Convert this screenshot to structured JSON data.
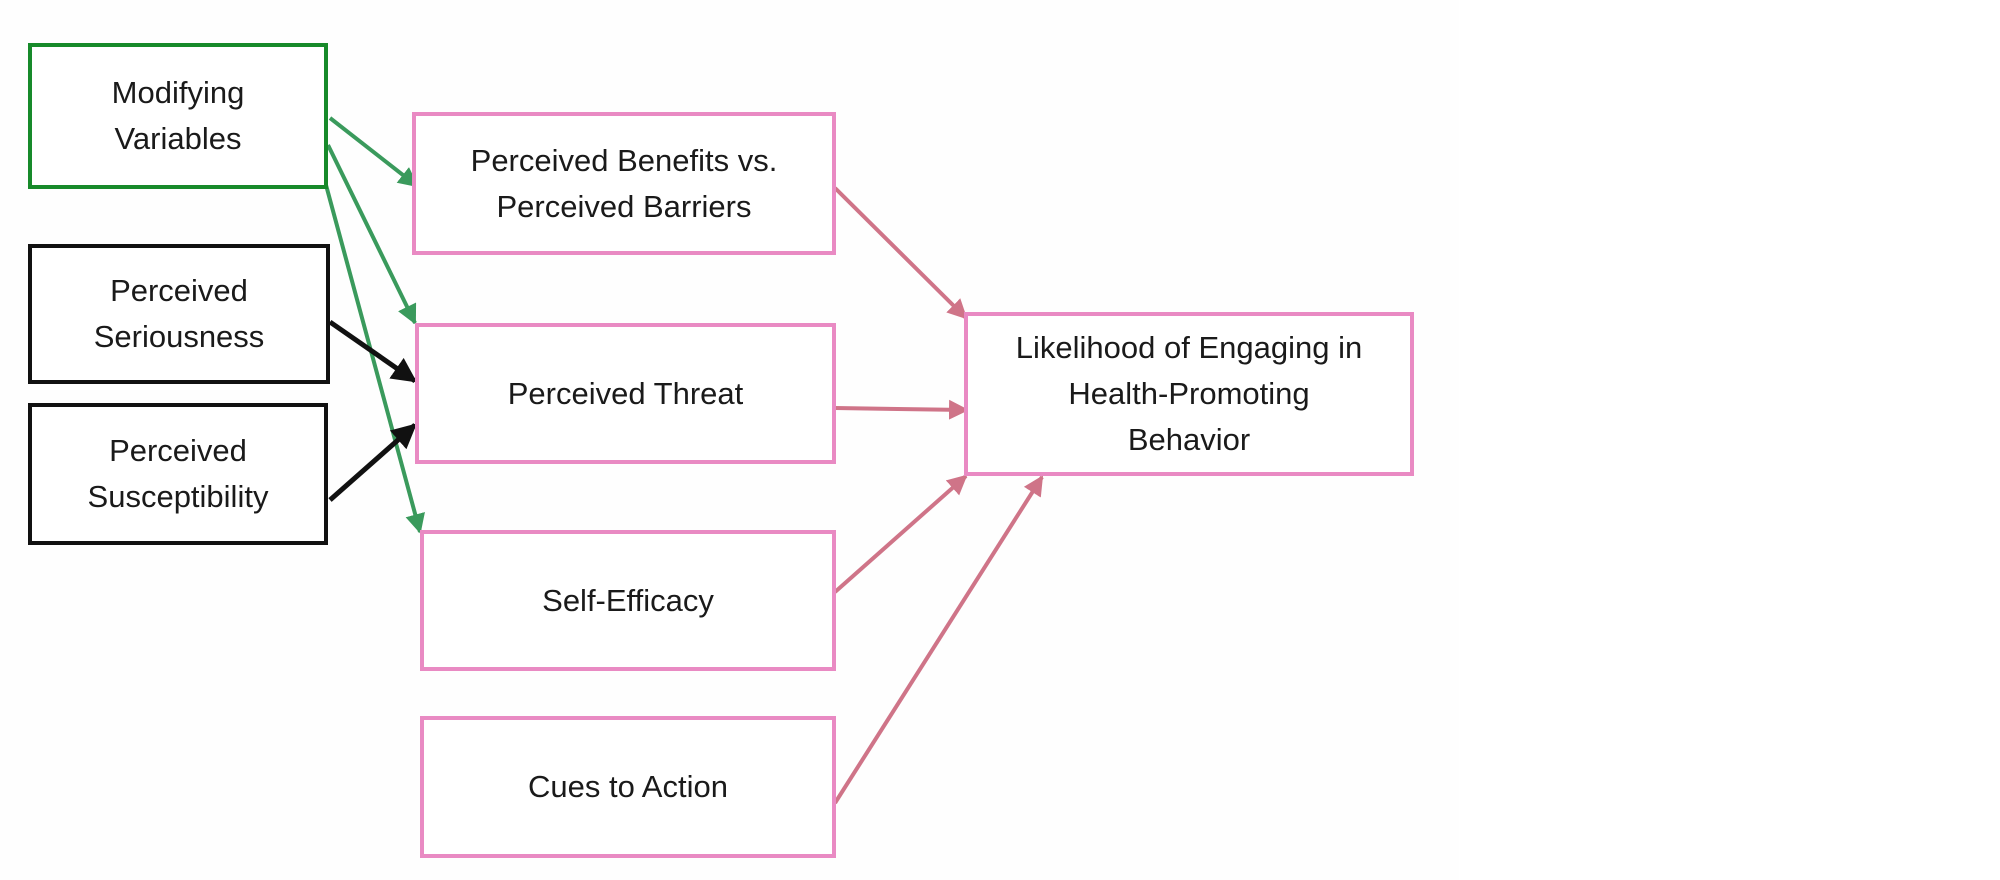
{
  "diagram": {
    "nodes": {
      "modifying_variables": "Modifying\nVariables",
      "perceived_seriousness": "Perceived\nSeriousness",
      "perceived_susceptibility": "Perceived\nSusceptibility",
      "perceived_benefits_barriers": "Perceived Benefits vs.\nPerceived Barriers",
      "perceived_threat": "Perceived Threat",
      "self_efficacy": "Self-Efficacy",
      "cues_to_action": "Cues to Action",
      "likelihood": "Likelihood of Engaging in\nHealth-Promoting\nBehavior"
    },
    "edges": [
      {
        "from": "modifying_variables",
        "to": "perceived_benefits_barriers",
        "color": "#3a9a5c"
      },
      {
        "from": "modifying_variables",
        "to": "perceived_threat",
        "color": "#3a9a5c"
      },
      {
        "from": "modifying_variables",
        "to": "self_efficacy",
        "color": "#3a9a5c"
      },
      {
        "from": "perceived_seriousness",
        "to": "perceived_threat",
        "color": "#111111"
      },
      {
        "from": "perceived_susceptibility",
        "to": "perceived_threat",
        "color": "#111111"
      },
      {
        "from": "perceived_benefits_barriers",
        "to": "likelihood",
        "color": "#cf7488"
      },
      {
        "from": "perceived_threat",
        "to": "likelihood",
        "color": "#cf7488"
      },
      {
        "from": "self_efficacy",
        "to": "likelihood",
        "color": "#cf7488"
      },
      {
        "from": "cues_to_action",
        "to": "likelihood",
        "color": "#cf7488"
      }
    ],
    "colors": {
      "modifying_border": "#178a2a",
      "factor_border": "#111111",
      "outcome_border": "#e98ac3"
    }
  }
}
